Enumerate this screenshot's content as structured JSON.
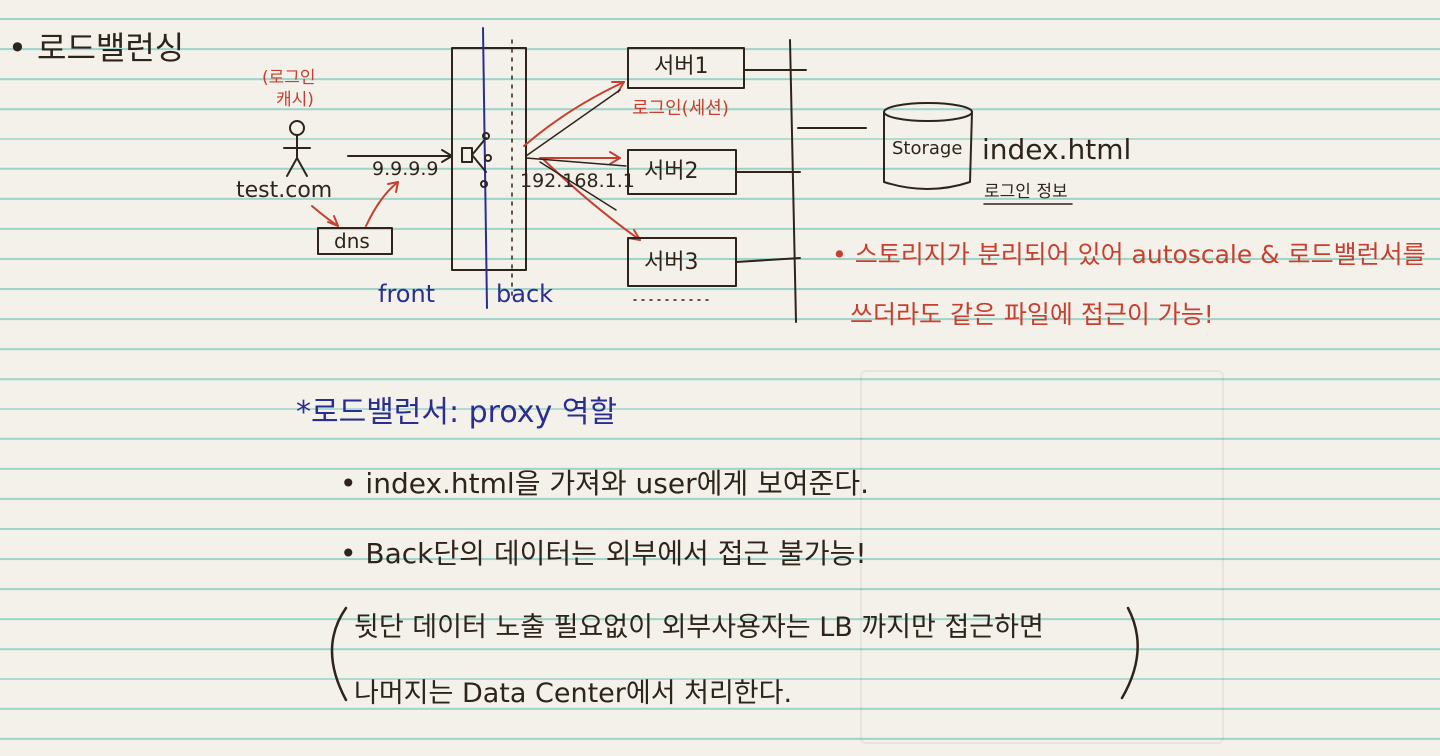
{
  "title": "• 로드밸런싱",
  "diagram": {
    "user_note": [
      "(로그인",
      "캐시)"
    ],
    "domain": "test.com",
    "dns": "dns",
    "front_ip": "9.9.9.9",
    "back_ip": "192.168.1.1",
    "front_label": "front",
    "back_label": "back",
    "servers": [
      "서버1",
      "서버2",
      "서버3"
    ],
    "server1_note": "로그인(세션)",
    "storage": "Storage",
    "storage_file": "index.html",
    "storage_note": "로그인 정보"
  },
  "red_note": {
    "line1": "• 스토리지가 분리되어 있어    autoscale & 로드밸런서를",
    "line2": "쓰더라도 같은 파일에 접근이 가능!"
  },
  "notes": {
    "heading": "*로드밸런서: proxy 역할",
    "bullet1": "• index.html을 가져와 user에게 보여준다.",
    "bullet2": "• Back단의 데이터는 외부에서 접근 불가능!",
    "paren_line1": "뒷단 데이터 노출 필요없이    외부사용자는 LB 까지만 접근하면",
    "paren_line2": "나머지는  Data Center에서  처리한다."
  },
  "colors": {
    "ink": "#2f241c",
    "red": "#c7402f",
    "blue": "#2a2f8f",
    "rule": "#9fd4c9"
  }
}
